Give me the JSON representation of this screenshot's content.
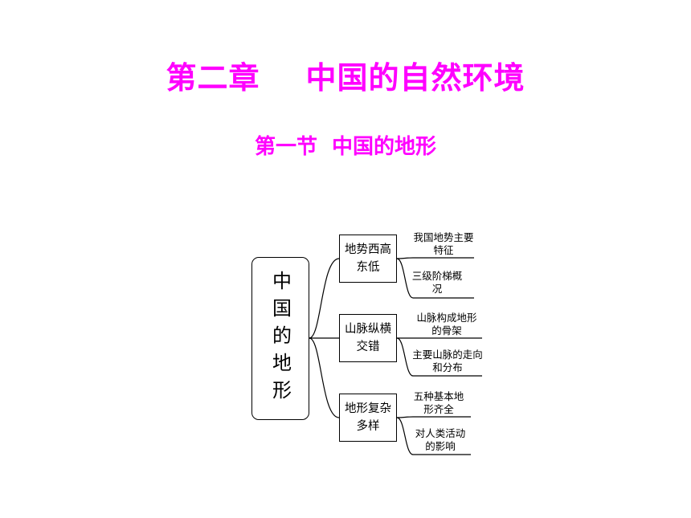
{
  "chapter_title": "第二章    中国的自然环境",
  "section_title": "第一节  中国的地形",
  "diagram": {
    "root": "中国的地形",
    "branches": [
      {
        "label": "地势西高东低",
        "leaves": [
          "我国地势主要特征",
          "三级阶梯概况"
        ]
      },
      {
        "label": "山脉纵横交错",
        "leaves": [
          "山脉构成地形的骨架",
          "主要山脉的走向和分布"
        ]
      },
      {
        "label": "地形复杂多样",
        "leaves": [
          "五种基本地形齐全",
          "对人类活动的影响"
        ]
      }
    ]
  }
}
